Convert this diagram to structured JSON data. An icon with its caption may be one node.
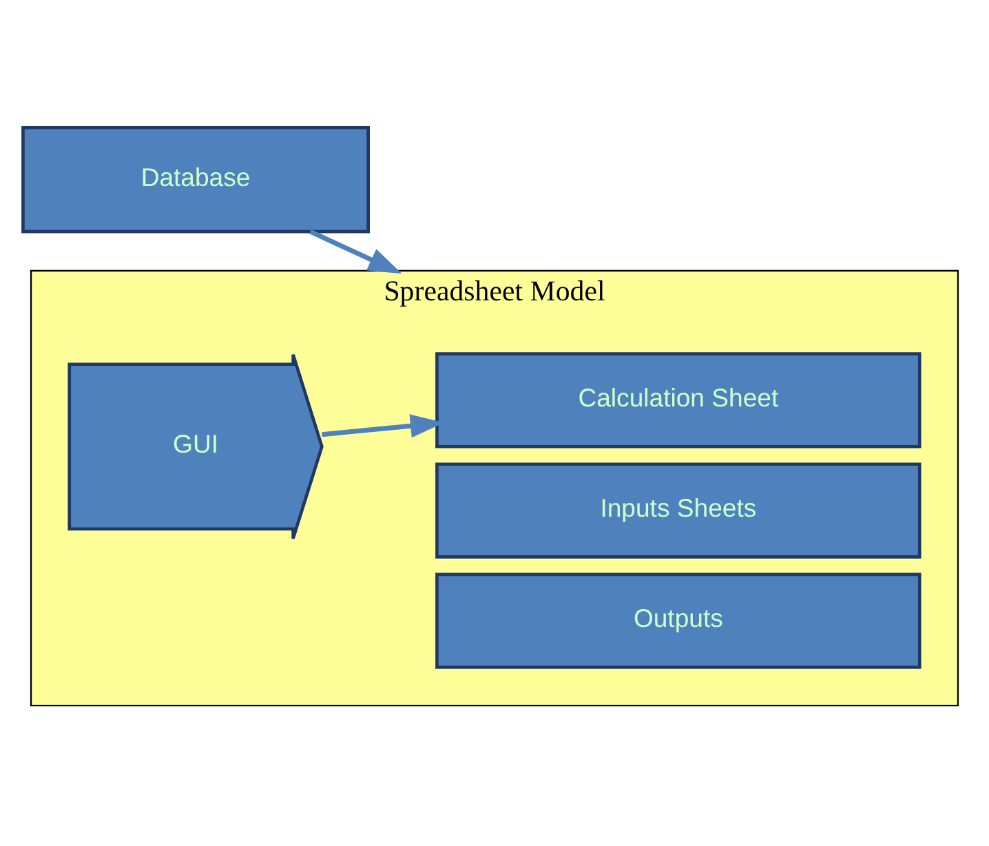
{
  "diagram": {
    "nodes": [
      {
        "text": [
          "Database"
        ]
      },
      {
        "text": [
          "Spreadsheet Model"
        ]
      },
      {
        "text": [
          "GUI"
        ],
        "in": 1
      },
      {
        "text": [
          "Inputs Sheets"
        ],
        "in": 1
      },
      {
        "text": [
          "Calculation Sheet"
        ],
        "in": 1
      },
      {
        "text": [
          "Outputs"
        ],
        "in": 1
      }
    ],
    "edges": [
      {
        "from": 0,
        "to": 1,
        "arrow": "to"
      },
      {
        "from": 2,
        "to": 4,
        "arrow": "to"
      }
    ]
  }
}
